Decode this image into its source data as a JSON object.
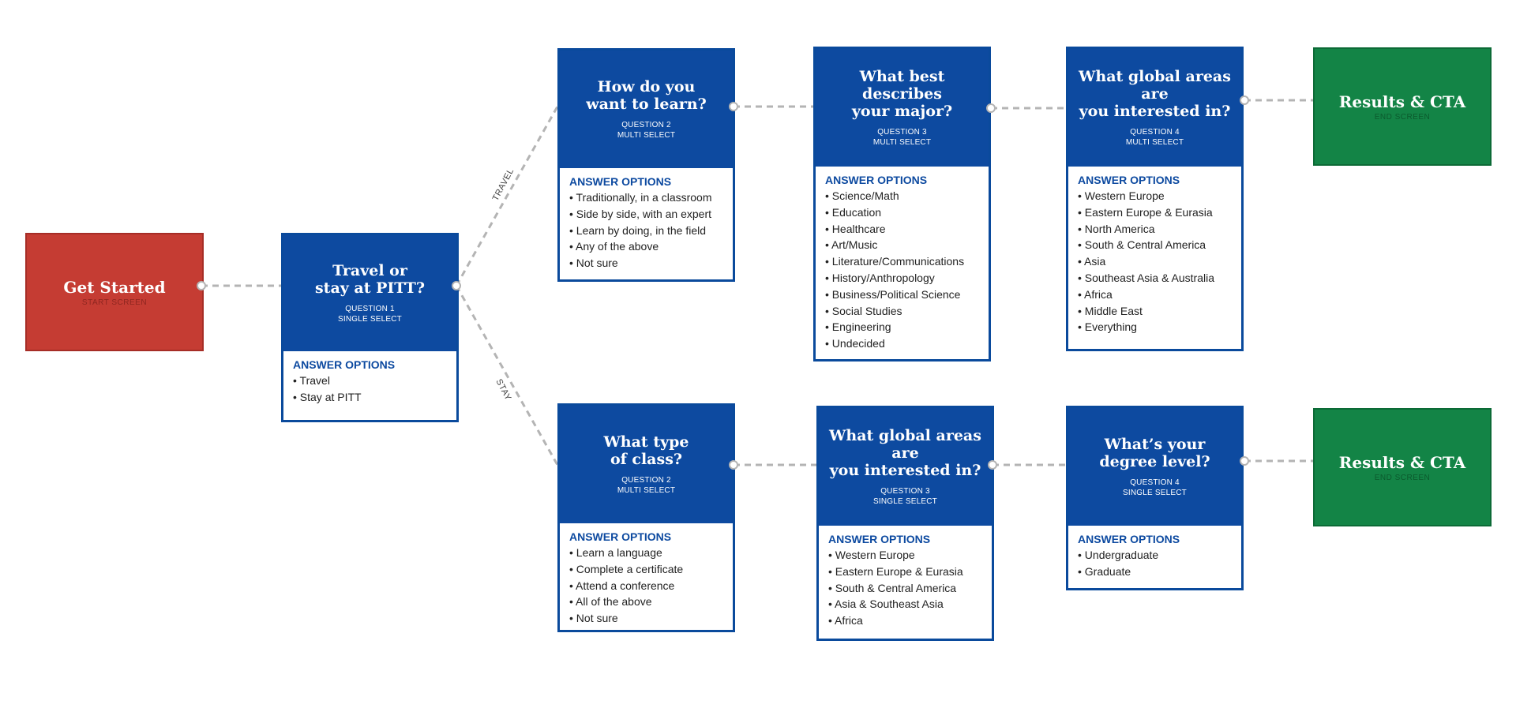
{
  "start": {
    "title": "Get Started",
    "subtitle": "START SCREEN"
  },
  "branches": {
    "travel": "TRAVEL",
    "stay": "STAY"
  },
  "answer_header": "ANSWER OPTIONS",
  "questions": {
    "q1": {
      "title": "Travel or\nstay at PITT?",
      "number": "QUESTION 1",
      "kind": "SINGLE SELECT",
      "options": [
        "Travel",
        "Stay at PITT"
      ]
    },
    "travel_q2": {
      "title": "How do you\nwant to learn?",
      "number": "QUESTION 2",
      "kind": "MULTI SELECT",
      "options": [
        "Traditionally, in a classroom",
        "Side by side, with an expert",
        "Learn by doing, in the field",
        "Any of the above",
        "Not sure"
      ]
    },
    "travel_q3": {
      "title": "What best describes\nyour major?",
      "number": "QUESTION 3",
      "kind": "MULTI SELECT",
      "options": [
        "Science/Math",
        "Education",
        "Healthcare",
        "Art/Music",
        "Literature/Communications",
        "History/Anthropology",
        "Business/Political Science",
        "Social Studies",
        "Engineering",
        "Undecided"
      ]
    },
    "travel_q4": {
      "title": "What global areas are\nyou interested in?",
      "number": "QUESTION 4",
      "kind": "MULTI SELECT",
      "options": [
        "Western Europe",
        "Eastern Europe & Eurasia",
        "North America",
        "South & Central America",
        "Asia",
        "Southeast Asia & Australia",
        "Africa",
        "Middle East",
        "Everything"
      ]
    },
    "stay_q2": {
      "title": "What type\nof class?",
      "number": "QUESTION 2",
      "kind": "MULTI SELECT",
      "options": [
        "Learn a language",
        "Complete a certificate",
        "Attend a conference",
        "All of the above",
        "Not sure"
      ]
    },
    "stay_q3": {
      "title": "What global areas are\nyou interested in?",
      "number": "QUESTION 3",
      "kind": "SINGLE SELECT",
      "options": [
        "Western Europe",
        "Eastern Europe & Eurasia",
        "South & Central America",
        "Asia & Southeast Asia",
        "Africa"
      ]
    },
    "stay_q4": {
      "title": "What’s your\ndegree level?",
      "number": "QUESTION 4",
      "kind": "SINGLE SELECT",
      "options": [
        "Undergraduate",
        "Graduate"
      ]
    }
  },
  "ends": {
    "travel": {
      "title": "Results & CTA",
      "subtitle": "END SCREEN"
    },
    "stay": {
      "title": "Results & CTA",
      "subtitle": "END SCREEN"
    }
  },
  "colors": {
    "start": "#c53c33",
    "question": "#0d4aa0",
    "end": "#138446",
    "connector": "#b4b4b4"
  }
}
